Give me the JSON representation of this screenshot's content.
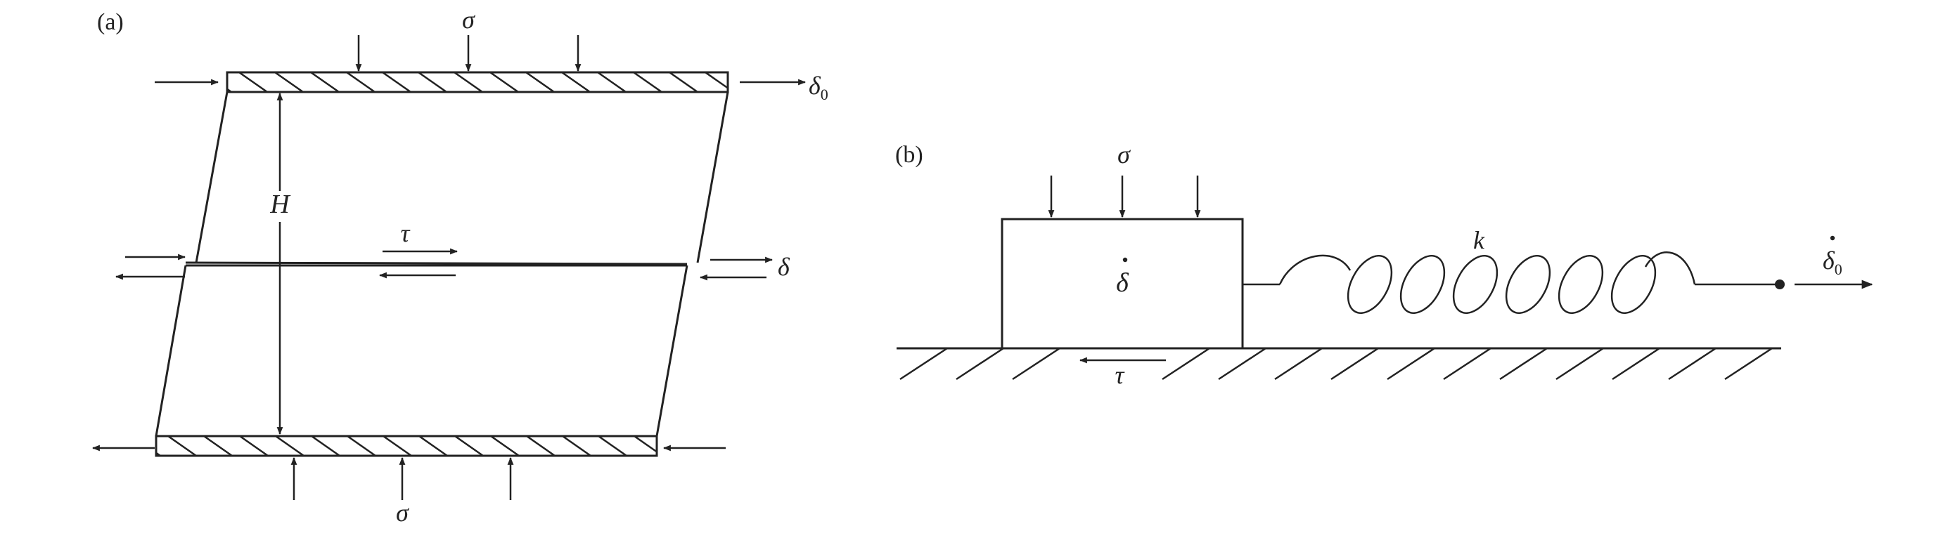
{
  "panel_a": {
    "tag": "(a)",
    "sigma_top": "σ",
    "sigma_bottom": "σ",
    "height": "H",
    "tau": "τ",
    "delta0_base": "δ",
    "delta0_sub": "0",
    "delta": "δ"
  },
  "panel_b": {
    "tag": "(b)",
    "sigma": "σ",
    "delta_dot": "δ",
    "spring": "k",
    "tau": "τ",
    "delta0_base": "δ",
    "delta0_sub": "0"
  },
  "colors": {
    "ink": "#222222",
    "background": "#ffffff"
  }
}
